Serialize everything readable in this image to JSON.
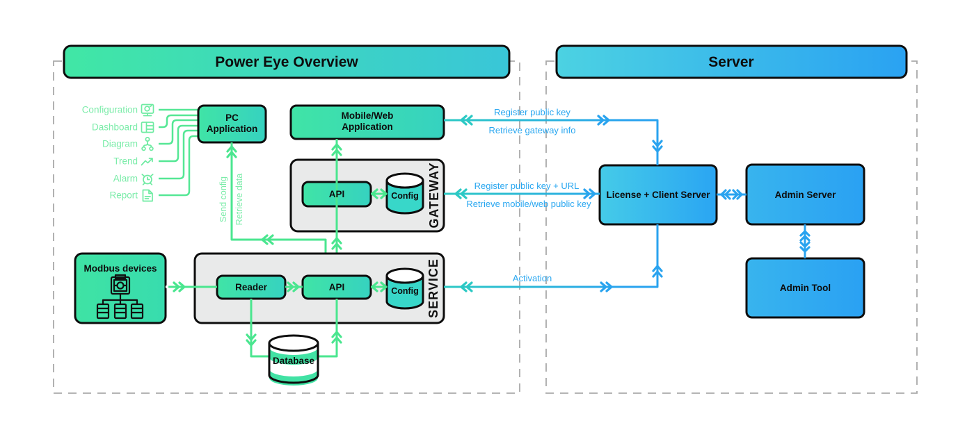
{
  "diagram": {
    "overview": {
      "title": "Power Eye Overview",
      "menu": [
        {
          "label": "Configuration",
          "icon": "configuration-icon"
        },
        {
          "label": "Dashboard",
          "icon": "dashboard-icon"
        },
        {
          "label": "Diagram",
          "icon": "diagram-icon"
        },
        {
          "label": "Trend",
          "icon": "trend-icon"
        },
        {
          "label": "Alarm",
          "icon": "alarm-icon"
        },
        {
          "label": "Report",
          "icon": "report-icon"
        }
      ],
      "pc_application": {
        "line1": "PC",
        "line2": "Application"
      },
      "mobile_web_application": {
        "line1": "Mobile/Web",
        "line2": "Application"
      },
      "gateway": {
        "label": "GATEWAY",
        "api": "API",
        "config": "Config"
      },
      "service": {
        "label": "SERVICE",
        "reader": "Reader",
        "api": "API",
        "config": "Config"
      },
      "modbus": {
        "label": "Modbus devices"
      },
      "database": {
        "label": "Database"
      },
      "flows": {
        "send_config": "Send config",
        "retrieve_data": "Retrieve data"
      }
    },
    "server": {
      "title": "Server",
      "license_client_server": "License + Client Server",
      "admin_server": "Admin Server",
      "admin_tool": "Admin Tool"
    },
    "links": {
      "register_public_key": "Register public key",
      "retrieve_gateway_info": "Retrieve gateway info",
      "register_public_key_url": "Register public key + URL",
      "retrieve_mobile_web_public_key": "Retrieve mobile/web public key",
      "activation": "Activation"
    },
    "colors": {
      "green_accent": "#3fe3a4",
      "teal_accent": "#38d7c9",
      "blue_accent": "#2aa6f2",
      "green_line": "#4ae68f",
      "teal_line": "#2cc9c4",
      "blue_line": "#29a3ef",
      "menu_green": "#7beca9",
      "panel_gray": "#e9eaea",
      "dashed_border": "#a9a9a9"
    }
  }
}
